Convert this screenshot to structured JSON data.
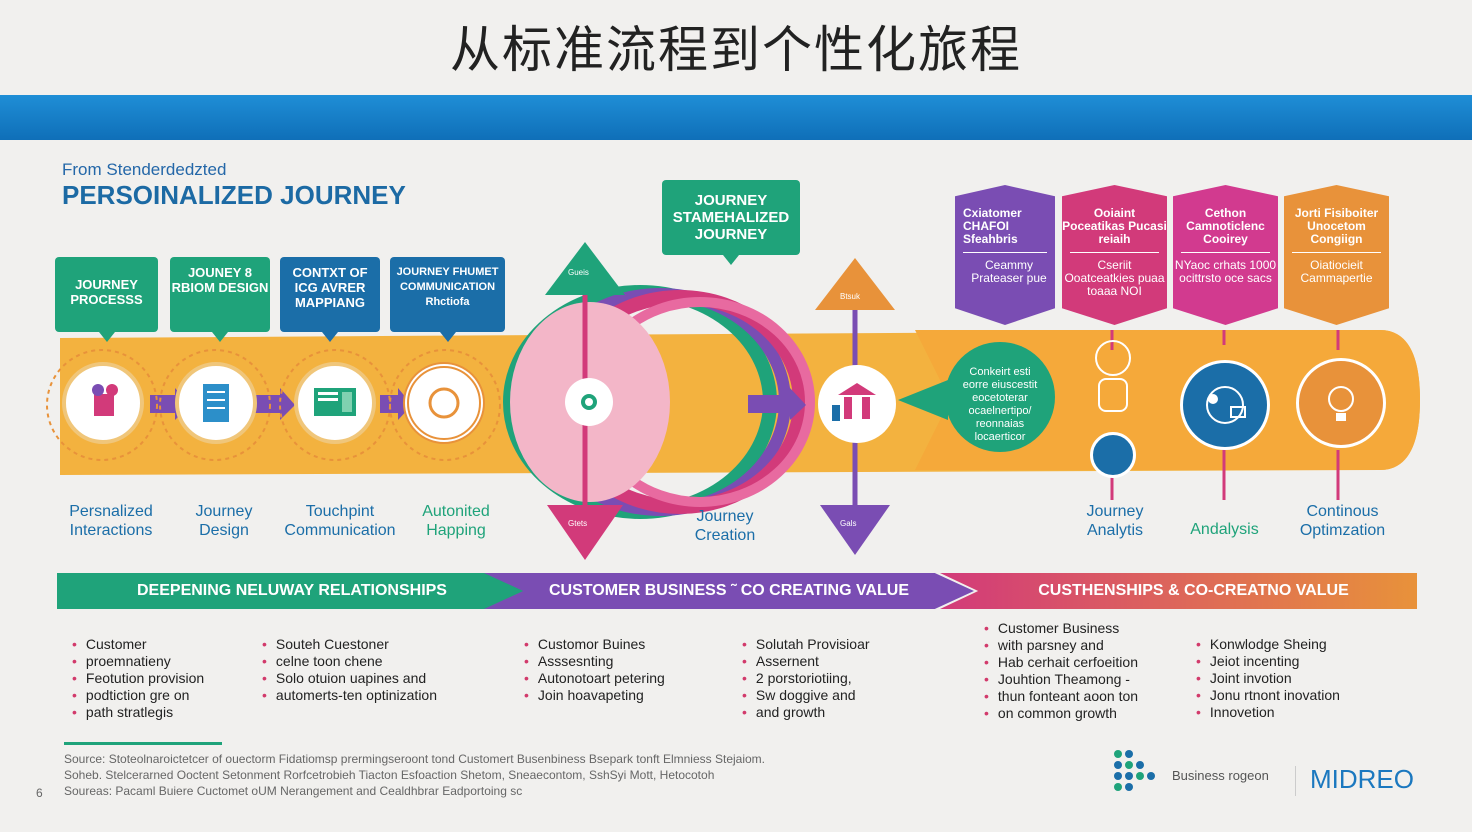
{
  "title": "从标准流程到个性化旅程",
  "subtitle": "From Stenderdedzted",
  "heading": "PERSOINALIZED JOURNEY",
  "top_tags": [
    {
      "label": "JOURNEY PROCESSS",
      "color": "#1fa37a"
    },
    {
      "label": "JOUNEY 8 RBIOM DESIGN",
      "color": "#1fa37a"
    },
    {
      "label": "CONTXT OF ICG AVRER MAPPIANG",
      "color": "#1b6ea8"
    },
    {
      "label": "JOURNEY FHUMET COMMUNICATION Rhctiofa",
      "color": "#1b6ea8"
    }
  ],
  "center_tag": "JOURNEY STAMEHALIZED JOURNEY",
  "right_banners": [
    {
      "title": "Cxiatomer CHAFOI Sfeahbris",
      "body": "Ceammy Prateaser pue",
      "color": "#7a4db3"
    },
    {
      "title": "Ooiaint Poceatikas Pucasi reiaih",
      "body": "Cseriit Ooatceatkies puaa toaaa NOI",
      "color": "#d23a7a"
    },
    {
      "title": "Cethon Camnoticlenc Cooirey",
      "body": "NYaoc crhats 1000 ocittrsto oce sacs",
      "color": "#d23a8f"
    },
    {
      "title": "Jorti Fisiboiter Unocetom Congiign",
      "body": "Oiatiocieit Cammapertie",
      "color": "#e8923a"
    }
  ],
  "arrow_labels": {
    "up_left": "Gueis",
    "down_left": "Gtets",
    "up_right": "Btsuk",
    "down_right": "Gals"
  },
  "teal_circle_text": "Conkeirt esti eorre eiuscestit eocetoterar ocaelnertipo/ reonnaias locaerticor",
  "stage_labels": [
    "Persnalized Interactions",
    "Journey Design",
    "Touchpint Communication",
    "Autonited Happing",
    "Journey Creation",
    "Journey Analytis",
    "Andalysis",
    "Continous Optimzation"
  ],
  "ribbons": [
    {
      "label": "DEEPENING NELUWAY RELATIONSHIPS",
      "color": "#1fa37a"
    },
    {
      "label": "CUSTOMER BUSINESS ˜ CO CREATING VALUE",
      "color": "#7a4db3"
    },
    {
      "label": "CUSTHENSHIPS & CO-CREATNO VALUE",
      "color": "#d23a7a"
    }
  ],
  "bullet_columns": [
    [
      "Customer",
      "proemnatieny",
      "Feotution provision",
      "podtiction gre on",
      "path stratlegis"
    ],
    [
      "Souteh Cuestoner",
      "celne toon chene",
      "Solo otuion uapines and",
      "automerts-ten optinization"
    ],
    [
      "Customor Buines",
      "Asssesnting",
      "Autonotoart petering",
      "Join hoavapeting"
    ],
    [
      "Solutah Provisioar",
      "Assernent",
      "2 porstoriotiing,",
      "Sw doggive and",
      "and growth"
    ],
    [
      "Customer Business",
      "with parsney and",
      "Hab cerhait cerfoeition",
      "Jouhtion Theamong -",
      "thun fonteant aoon ton",
      "on common growth"
    ],
    [
      "Konwlodge Sheing",
      "Jeiot incenting",
      "Joint invotion",
      "Jonu rtnont inovation",
      "Innovetion"
    ]
  ],
  "sources": [
    "Source:  Stoteolnaroictetcer of ouectorm Fidatiomsp prermingseroont tond Customert Busenbiness Bsepark tonft Elmniess Stejaiom.",
    "Soheb. Stelcerarned Ooctent Setonment Rorfcetrobieh Tiacton Esfoaction Shetom, Sneaecontom, SshSyi Mott, Hetocotoh",
    "Soureas:  Pacaml Buiere Cuctomet oUM Nerangement and Cealdhbrar Eadportoing sc"
  ],
  "page_number": "6",
  "logo_caption": "Business rogeon",
  "brand": "MIDREO",
  "colors": {
    "green": "#1fa37a",
    "blue": "#1b6ea8",
    "purple": "#7a4db3",
    "pink": "#d23a7a",
    "orange": "#e8923a",
    "yellow": "#f1b33c"
  }
}
